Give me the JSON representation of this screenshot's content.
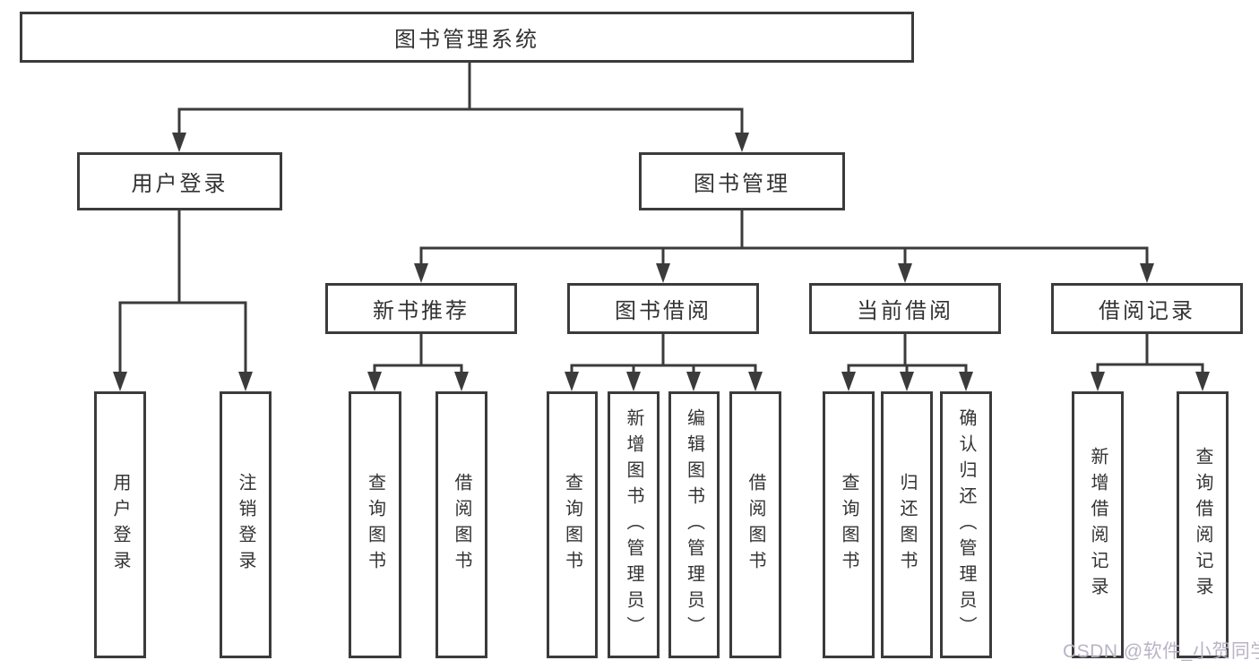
{
  "colors": {
    "line": "#3b3b3b",
    "text": "#333333",
    "watermark": "#b9b3c6",
    "background": "#ffffff"
  },
  "watermark": {
    "text": "CSDN @软件_小贺同学"
  },
  "tree": {
    "root": {
      "label": "图书管理系统"
    },
    "branches": [
      {
        "label": "用户登录",
        "leaves": [
          {
            "label": "用户登录"
          },
          {
            "label": "注销登录"
          }
        ]
      },
      {
        "label": "图书管理",
        "children": [
          {
            "label": "新书推荐",
            "leaves": [
              {
                "label": "查询图书"
              },
              {
                "label": "借阅图书"
              }
            ]
          },
          {
            "label": "图书借阅",
            "leaves": [
              {
                "label": "查询图书"
              },
              {
                "label": "新增图书（管理员）"
              },
              {
                "label": "编辑图书（管理员）"
              },
              {
                "label": "借阅图书"
              }
            ]
          },
          {
            "label": "当前借阅",
            "leaves": [
              {
                "label": "查询图书"
              },
              {
                "label": "归还图书"
              },
              {
                "label": "确认归还（管理员）"
              }
            ]
          },
          {
            "label": "借阅记录",
            "leaves": [
              {
                "label": "新增借阅记录"
              },
              {
                "label": "查询借阅记录"
              }
            ]
          }
        ]
      }
    ]
  }
}
